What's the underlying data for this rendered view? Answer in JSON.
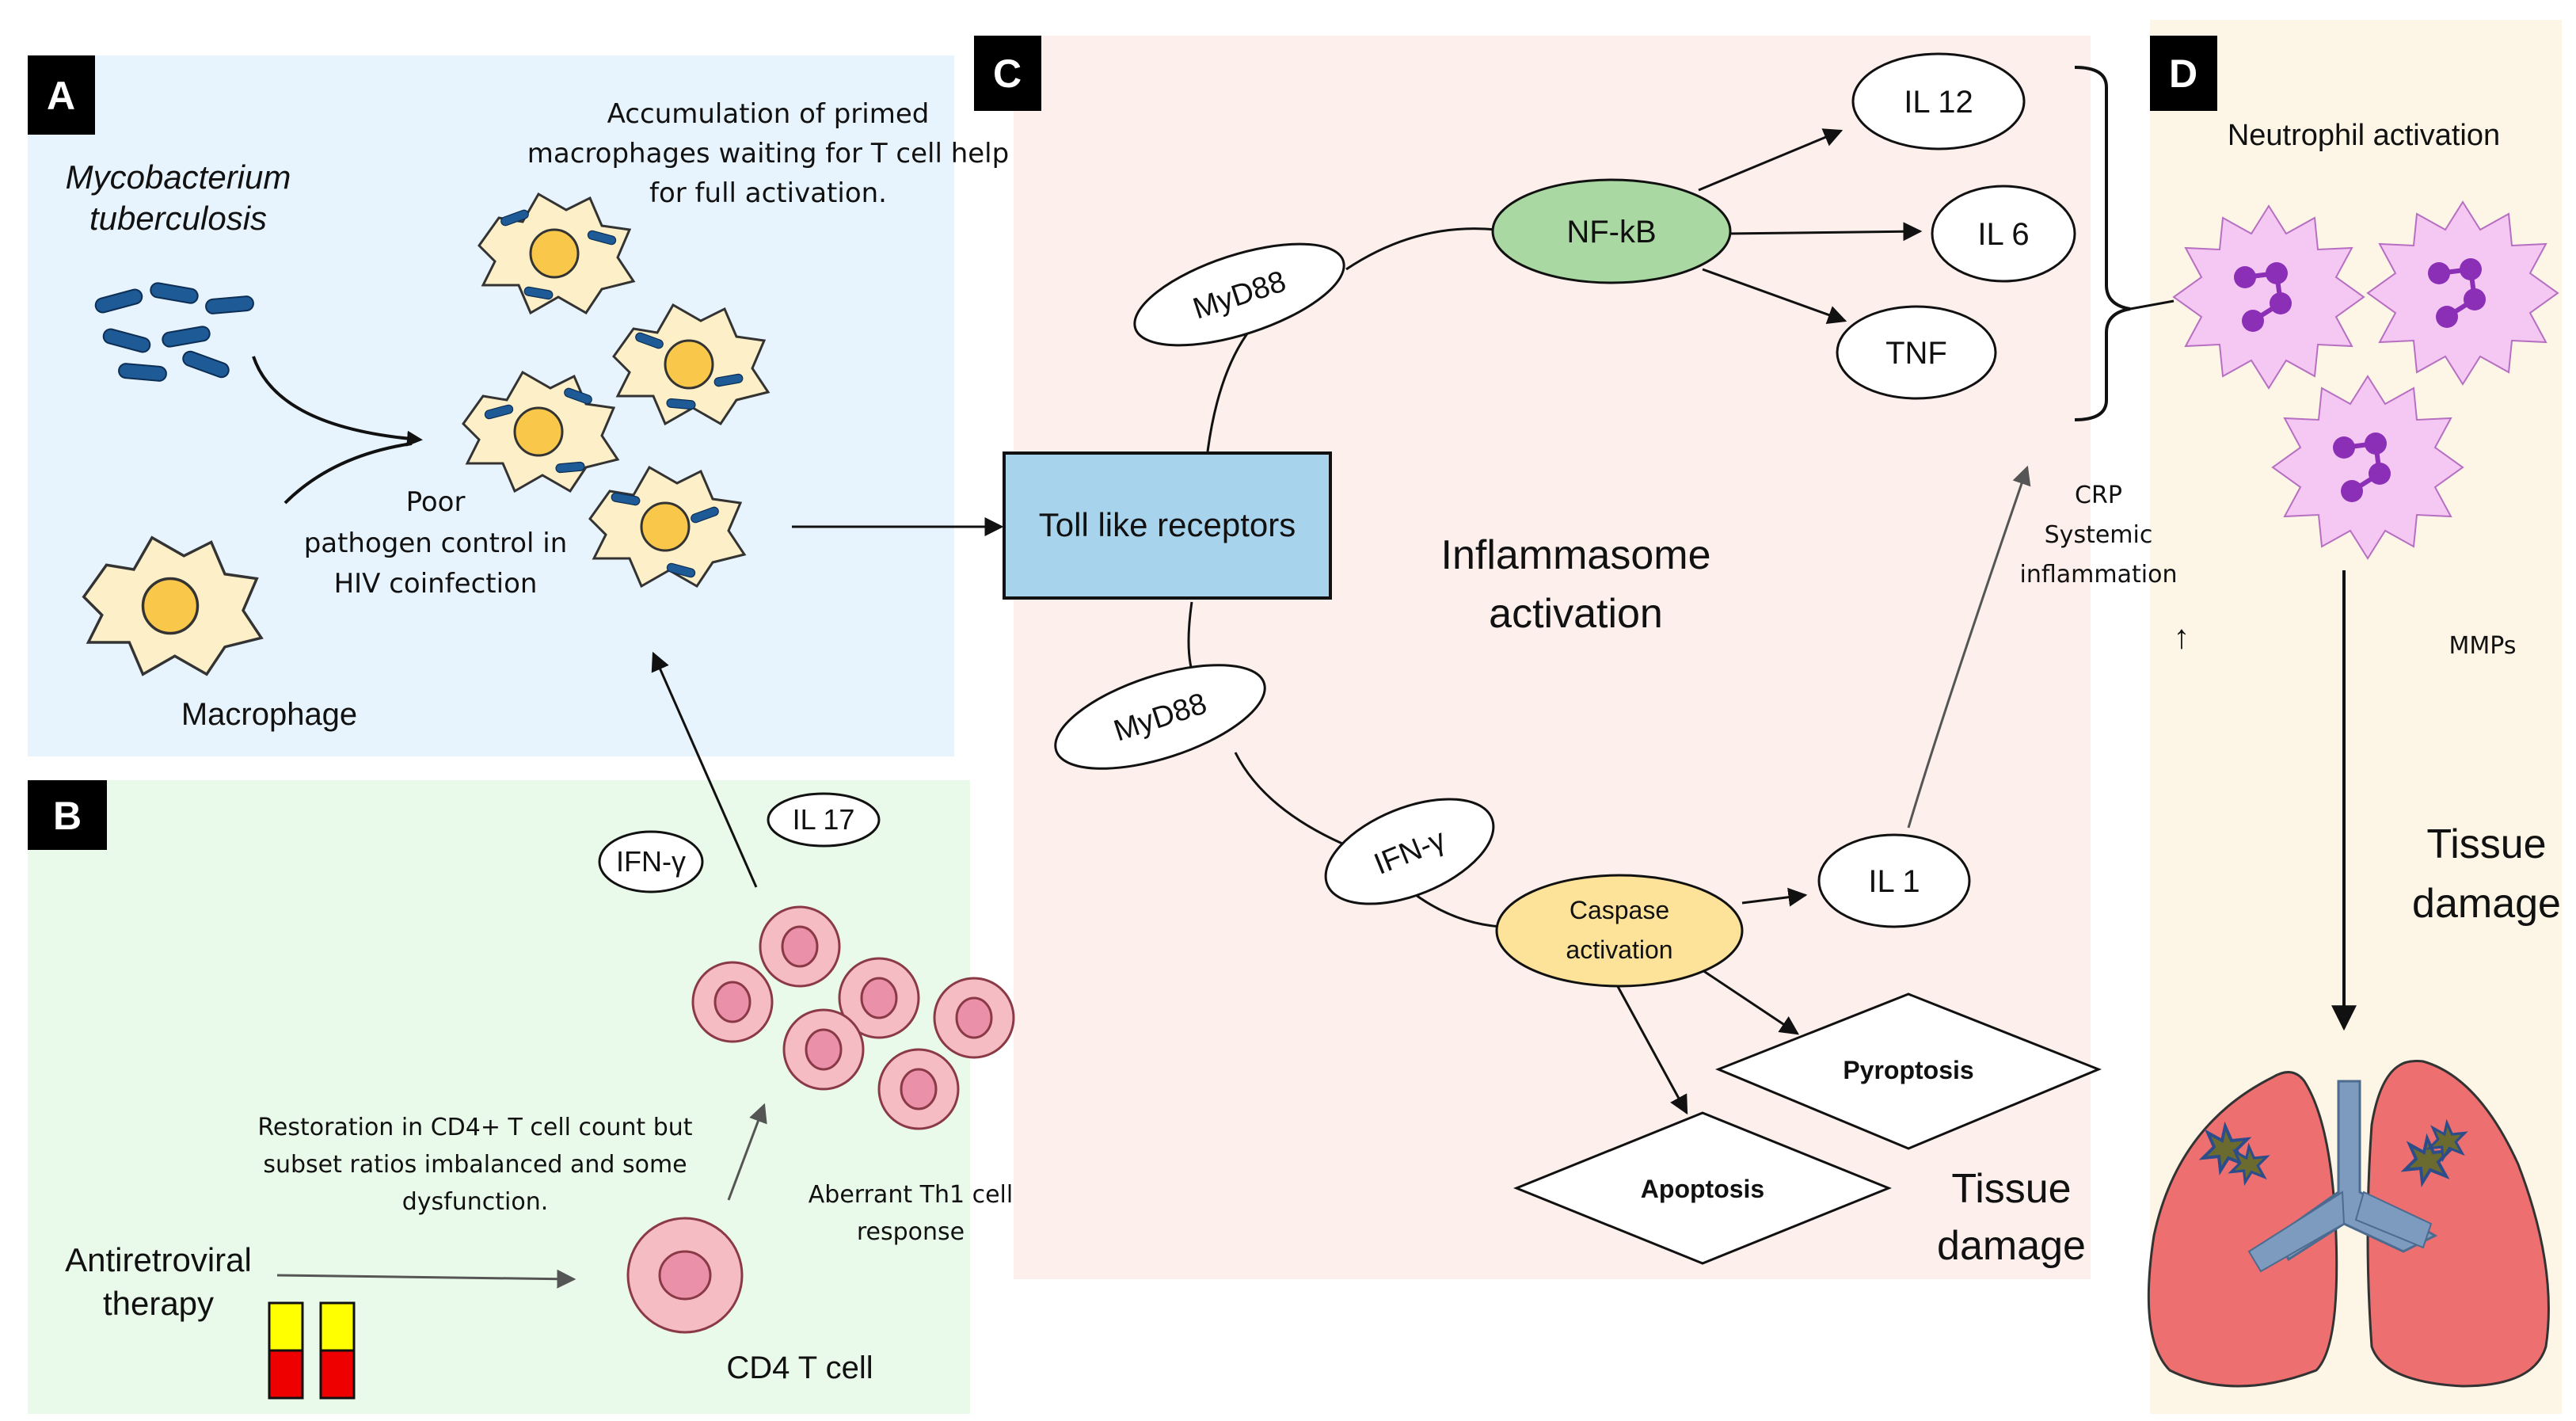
{
  "panels": {
    "a": {
      "badge": "A",
      "pathogen_line1": "Mycobacterium",
      "pathogen_line2": "tuberculosis",
      "accumulation_line1": "Accumulation of primed",
      "accumulation_line2": "macrophages waiting for T cell help",
      "accumulation_line3": "for full activation.",
      "poor_line1": "Poor",
      "poor_line2": "pathogen control in",
      "poor_line3": "HIV coinfection",
      "macrophage": "Macrophage"
    },
    "b": {
      "badge": "B",
      "ifn": "IFN-γ",
      "il17": "IL 17",
      "restoration_line1": "Restoration in CD4+ T cell count but",
      "restoration_line2": "subset ratios imbalanced and some",
      "restoration_line3": "dysfunction.",
      "aberrant_line1": "Aberrant Th1 cell",
      "aberrant_line2": "response",
      "art_line1": "Antiretroviral",
      "art_line2": "therapy",
      "cd4": "CD4 T cell"
    },
    "c": {
      "badge": "C",
      "tlr": "Toll like receptors",
      "myd88_top": "MyD88",
      "myd88_bottom": "MyD88",
      "nfkb": "NF-kB",
      "il12": "IL 12",
      "il6": "IL 6",
      "tnf": "TNF",
      "inflammasome_line1": "Inflammasome",
      "inflammasome_line2": "activation",
      "ifn": "IFN-γ",
      "caspase_line1": "Caspase",
      "caspase_line2": "activation",
      "il1": "IL 1",
      "pyroptosis": "Pyroptosis",
      "apoptosis": "Apoptosis",
      "tissue_line1": "Tissue",
      "tissue_line2": "damage",
      "crp_line1": "CRP",
      "crp_line2": "Systemic",
      "crp_line3": "inflammation",
      "up_arrow": "↑"
    },
    "d": {
      "badge": "D",
      "neutrophil": "Neutrophil activation",
      "mmps": "MMPs",
      "tissue_line1": "Tissue",
      "tissue_line2": "damage"
    }
  },
  "colors": {
    "panel_a_bg": "#e8f4fd",
    "panel_b_bg": "#eafaea",
    "panel_c_bg": "#fdf0ec",
    "panel_d_bg": "#fdf6e6",
    "tlr_box": "#a8d3ec",
    "nfkb": "#a9d8a2",
    "caspase": "#fde39a",
    "macrophage": "#fdf0c8",
    "nucleus": "#f9c84a",
    "bacteria": "#1d5a96",
    "tcell": "#f6bcc3",
    "tcell_nucleus": "#ea90a9",
    "neutrophil": "#f5c8f3",
    "neutrophil_nucleus": "#8b2fb7",
    "lung": "#ee6f70",
    "trachea": "#7d9bbf"
  }
}
